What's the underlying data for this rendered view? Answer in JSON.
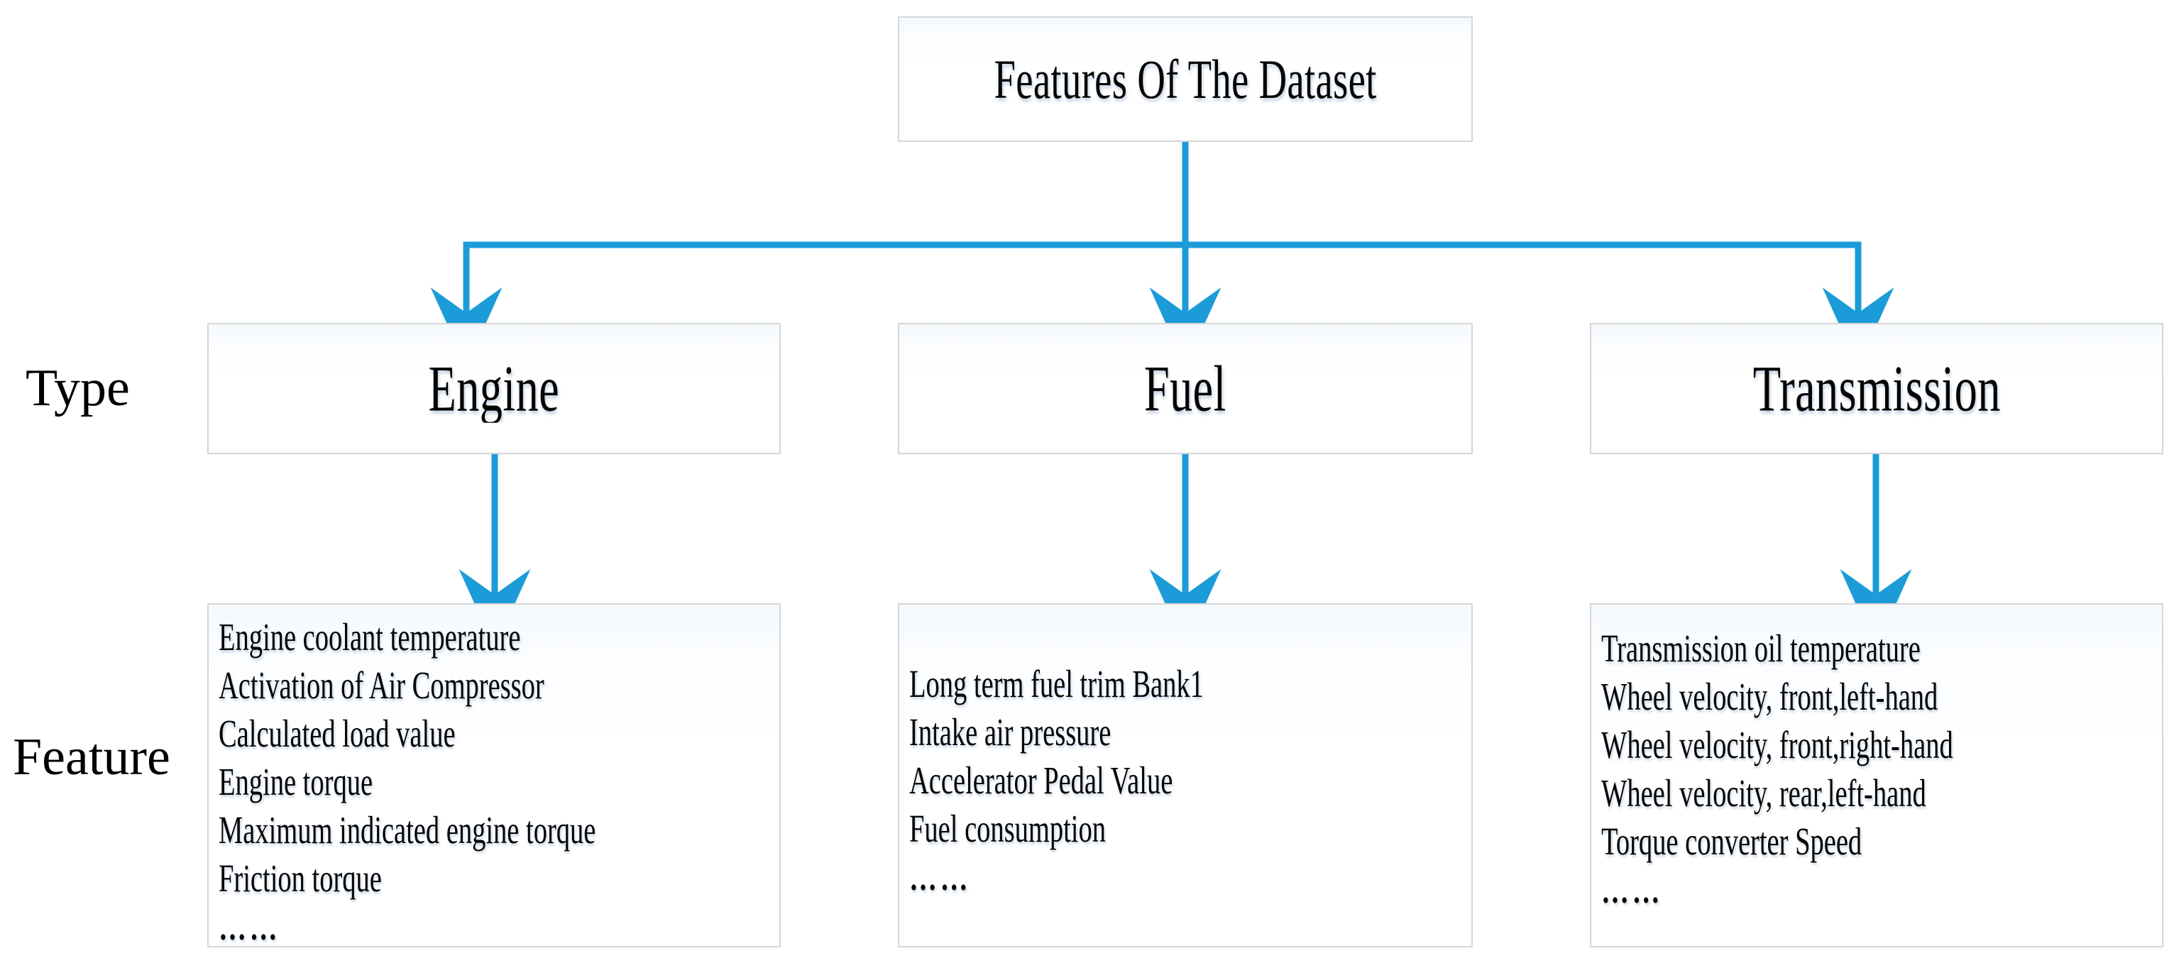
{
  "diagram": {
    "title": "Features Of The Dataset",
    "accent_color": "#1b9cd8",
    "box_border_color": "#d6d6d6",
    "background_color": "#ffffff",
    "row_labels": {
      "type": "Type",
      "feature": "Feature"
    },
    "columns": [
      {
        "id": "engine",
        "type_label": "Engine",
        "features": [
          "Engine coolant temperature",
          "Activation of Air Compressor",
          "Calculated load value",
          "Engine torque",
          "Maximum indicated engine torque",
          "Friction torque",
          "……"
        ]
      },
      {
        "id": "fuel",
        "type_label": "Fuel",
        "features": [
          "Long term fuel trim Bank1",
          "Intake air pressure",
          "Accelerator Pedal Value",
          "Fuel consumption",
          "……"
        ]
      },
      {
        "id": "transmission",
        "type_label": "Transmission",
        "features": [
          "Transmission oil temperature",
          "Wheel velocity, front,left-hand",
          "Wheel velocity, front,right-hand",
          "Wheel velocity, rear,left-hand",
          "Torque converter Speed",
          "……"
        ]
      }
    ]
  }
}
